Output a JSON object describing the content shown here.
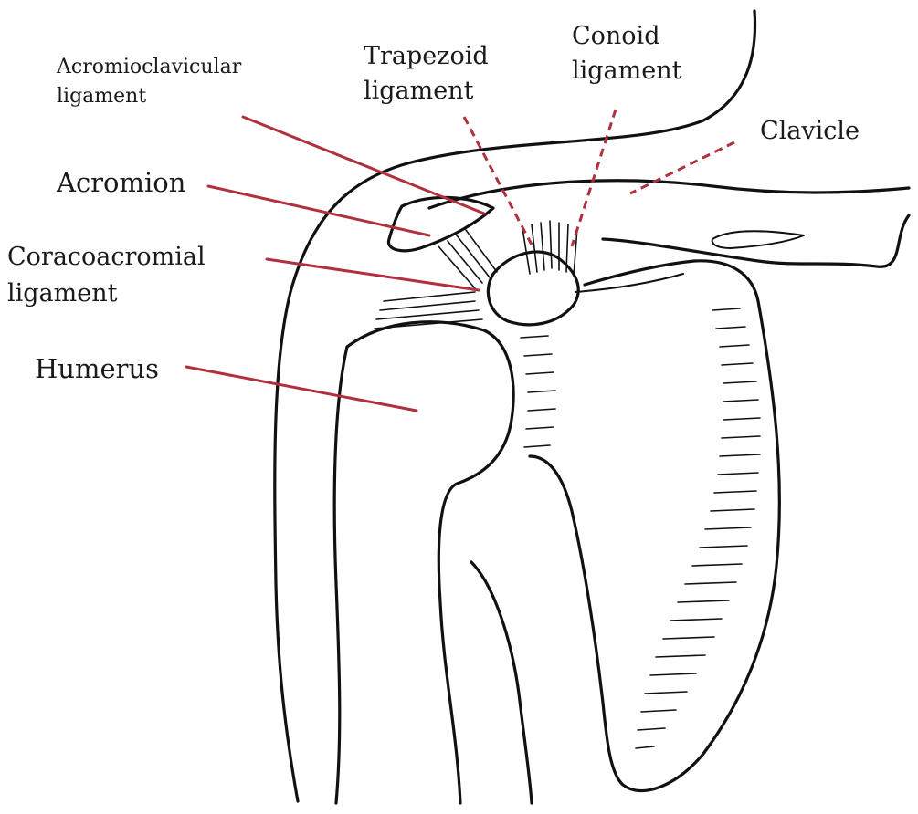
{
  "labels": {
    "acromioclavicular_line1": "Acromioclavicular",
    "acromioclavicular_line2": "ligament",
    "trapezoid_line1": "Trapezoid",
    "trapezoid_line2": "ligament",
    "conoid_line1": "Conoid",
    "conoid_line2": "ligament",
    "clavicle": "Clavicle",
    "acromion": "Acromion",
    "coracoacromial_line1": "Coracoacromial",
    "coracoacromial_line2": "ligament",
    "humerus": "Humerus"
  },
  "colors": {
    "leader": "#b0303f",
    "ink": "#111111",
    "background": "#ffffff"
  }
}
